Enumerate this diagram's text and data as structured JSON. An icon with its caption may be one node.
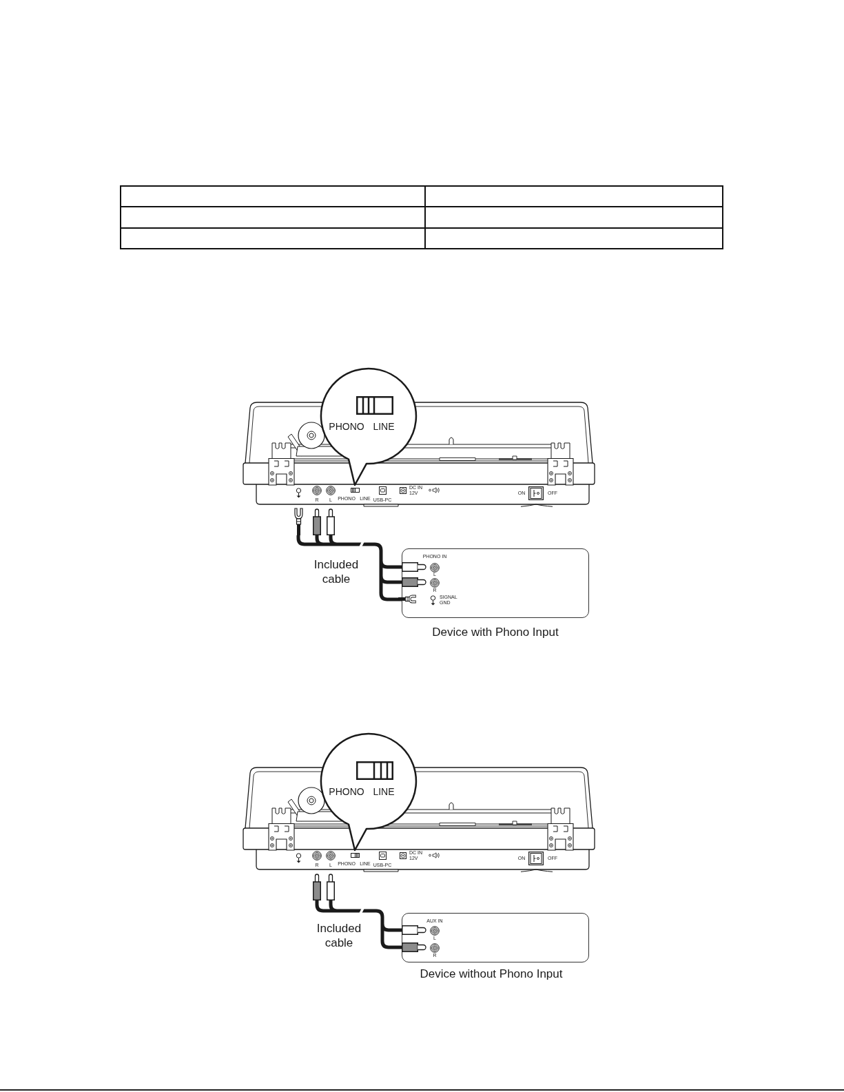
{
  "diagram": {
    "nodes": [
      {
        "text": [
          "PHONO",
          "LINE"
        ]
      },
      {
        "text": [
          "R",
          "L",
          "PHONO",
          "LINE",
          "USB-PC",
          "DC IN 12V",
          "ON",
          "OFF"
        ]
      },
      {
        "text": [
          "PHONO IN",
          "L",
          "R",
          "SIGNAL GND",
          "Device with Phono Input"
        ]
      },
      {
        "text": [
          "PHONO",
          "LINE"
        ]
      },
      {
        "text": [
          "R",
          "L",
          "PHONO",
          "LINE",
          "USB-PC",
          "DC IN 12V",
          "ON",
          "OFF"
        ]
      },
      {
        "text": [
          "AUX IN",
          "L",
          "R",
          "Device without Phono Input"
        ]
      }
    ],
    "edges": [
      {
        "from": 1,
        "to": 2,
        "arrow": "none",
        "label": "Included cable"
      },
      {
        "from": 4,
        "to": 5,
        "arrow": "none",
        "label": "Included cable"
      }
    ]
  }
}
